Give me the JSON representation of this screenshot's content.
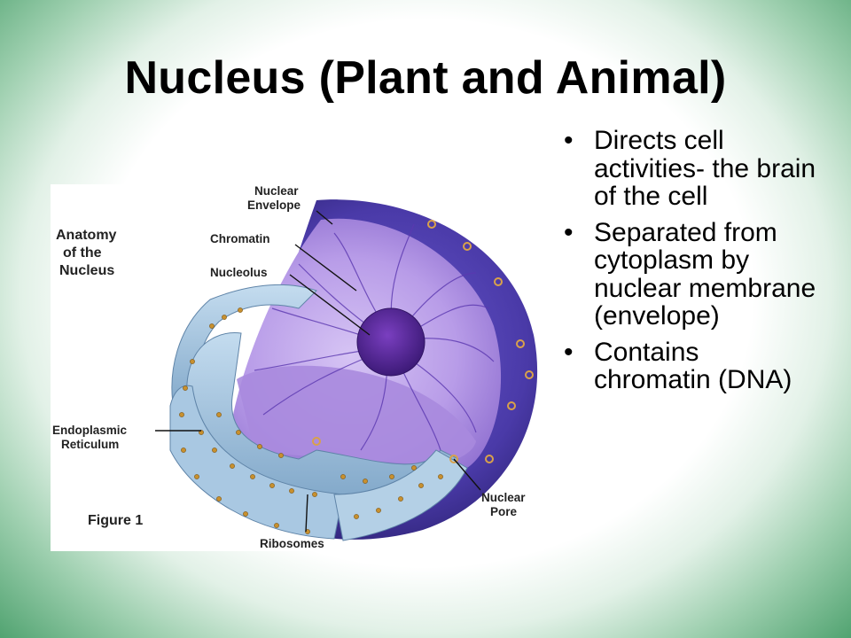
{
  "slide": {
    "title": "Nucleus (Plant and Animal)",
    "bullet_marker": "•",
    "bullets": [
      "Directs cell activities- the brain of the cell",
      "Separated from cytoplasm by nuclear membrane (envelope)",
      "Contains chromatin (DNA)"
    ]
  },
  "figure": {
    "heading_lines": [
      "Anatomy",
      "of the",
      "Nucleus"
    ],
    "caption": "Figure 1",
    "labels": {
      "nuclear_envelope": [
        "Nuclear",
        "Envelope"
      ],
      "chromatin": "Chromatin",
      "nucleolus": "Nucleolus",
      "endoplasmic_reticulum": [
        "Endoplasmic",
        "Reticulum"
      ],
      "nuclear_pore": [
        "Nuclear",
        "Pore"
      ],
      "ribosomes": "Ribosomes"
    },
    "colors": {
      "outer_membrane": "#4a3aa8",
      "inner_cut": "#b79be8",
      "nucleolus": "#5a2a9a",
      "er": "#9ec0dc",
      "ribosome": "#c8902e"
    }
  }
}
